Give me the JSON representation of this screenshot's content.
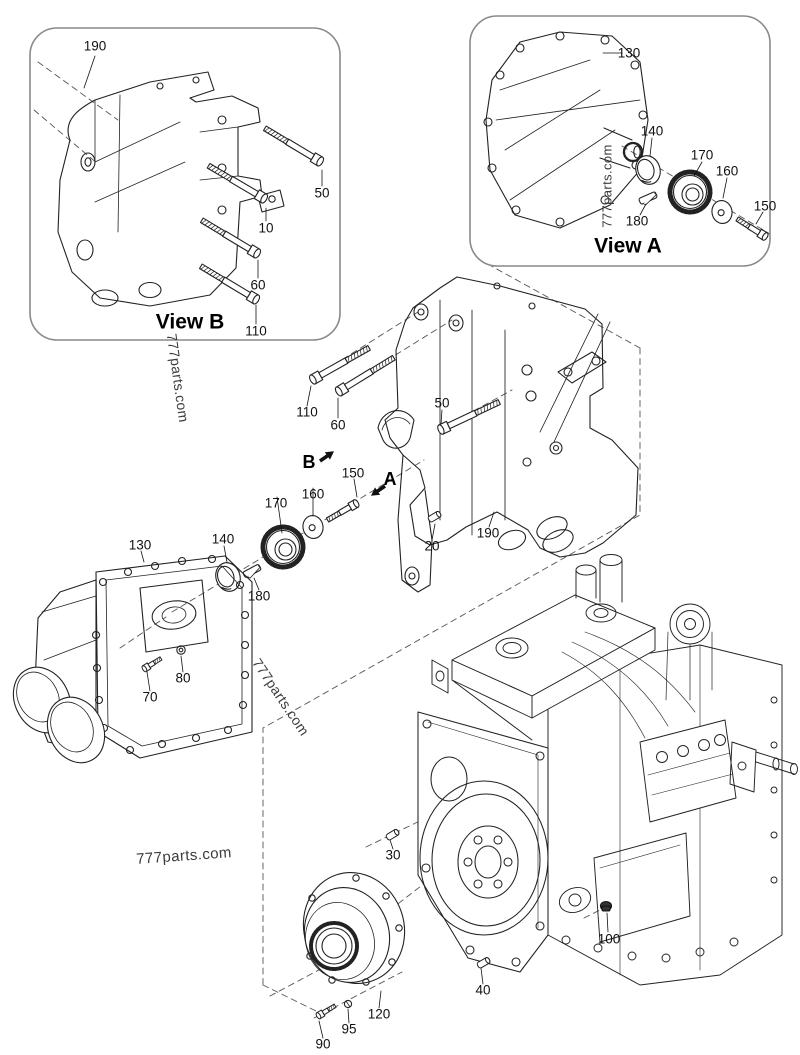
{
  "watermark_text": "777parts.com",
  "view_b": {
    "title": "View B",
    "callouts": [
      {
        "label": "190"
      },
      {
        "label": "50"
      },
      {
        "label": "10"
      },
      {
        "label": "60"
      },
      {
        "label": "110"
      }
    ]
  },
  "view_a": {
    "title": "View A",
    "callouts": [
      {
        "label": "130"
      },
      {
        "label": "140"
      },
      {
        "label": "170"
      },
      {
        "label": "160"
      },
      {
        "label": "150"
      },
      {
        "label": "180"
      }
    ]
  },
  "main_assembly": {
    "direction_b": "B",
    "direction_a": "A",
    "callouts": [
      {
        "label": "110"
      },
      {
        "label": "60"
      },
      {
        "label": "50"
      },
      {
        "label": "150"
      },
      {
        "label": "160"
      },
      {
        "label": "170"
      },
      {
        "label": "140"
      },
      {
        "label": "180"
      },
      {
        "label": "20"
      },
      {
        "label": "190"
      }
    ]
  },
  "pump_assembly": {
    "callouts": [
      {
        "label": "130"
      },
      {
        "label": "70"
      },
      {
        "label": "80"
      }
    ]
  },
  "engine_assembly": {
    "callouts": [
      {
        "label": "30"
      },
      {
        "label": "100"
      },
      {
        "label": "40"
      },
      {
        "label": "120"
      },
      {
        "label": "95"
      },
      {
        "label": "90"
      }
    ]
  }
}
